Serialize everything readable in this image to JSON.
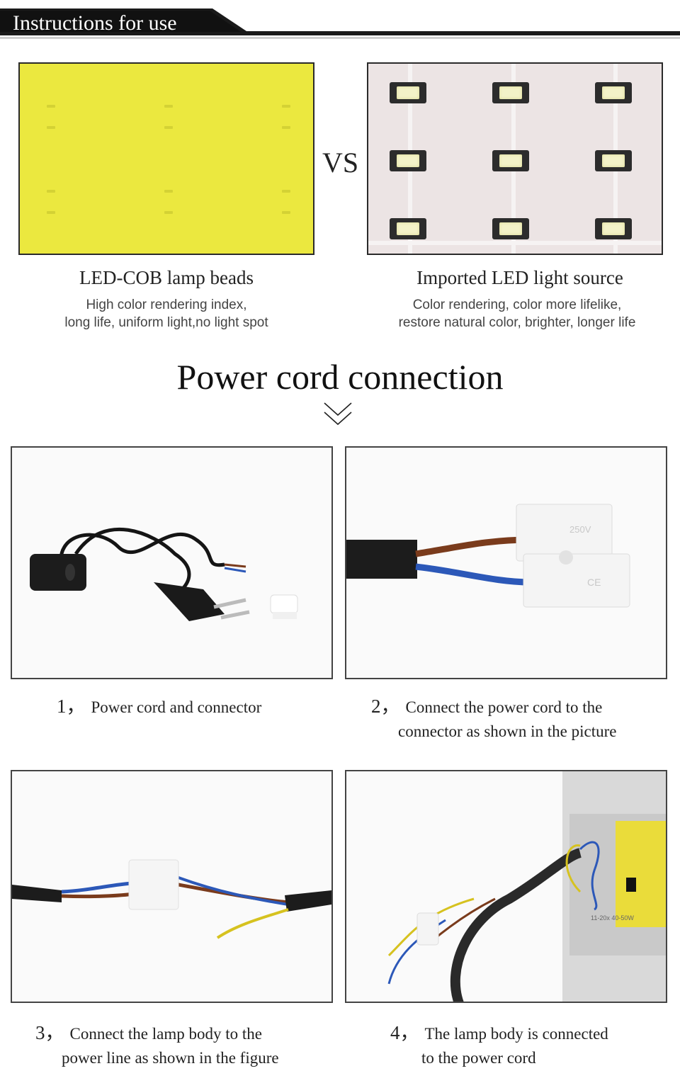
{
  "header": {
    "title": "Instructions for use"
  },
  "comparison": {
    "vs_label": "VS",
    "left": {
      "title": "LED-COB lamp beads",
      "desc_line1": "High color rendering index,",
      "desc_line2": "long life, uniform light,no light spot"
    },
    "right": {
      "title": "Imported LED light source",
      "desc_line1": "Color rendering, color more lifelike,",
      "desc_line2": "restore natural color, brighter, longer life"
    }
  },
  "section": {
    "title": "Power cord connection"
  },
  "steps": [
    {
      "number": "1，",
      "line1": "Power cord and connector",
      "line2": ""
    },
    {
      "number": "2，",
      "line1": "Connect the power cord to the",
      "line2": "connector as shown in the picture"
    },
    {
      "number": "3，",
      "line1": "Connect the lamp body to the",
      "line2": "power line as shown in the figure"
    },
    {
      "number": "4，",
      "line1": "The lamp body is connected",
      "line2": "to the power cord"
    }
  ],
  "photo_text": {
    "connector_rating": "250V",
    "connector_mark": "CE",
    "lamp_label": "11-20x  40-50W"
  },
  "colors": {
    "header_bar": "#111111",
    "cob_yellow": "#ebe83f",
    "wire_brown": "#7a3b1c",
    "wire_blue": "#2c58b8"
  }
}
